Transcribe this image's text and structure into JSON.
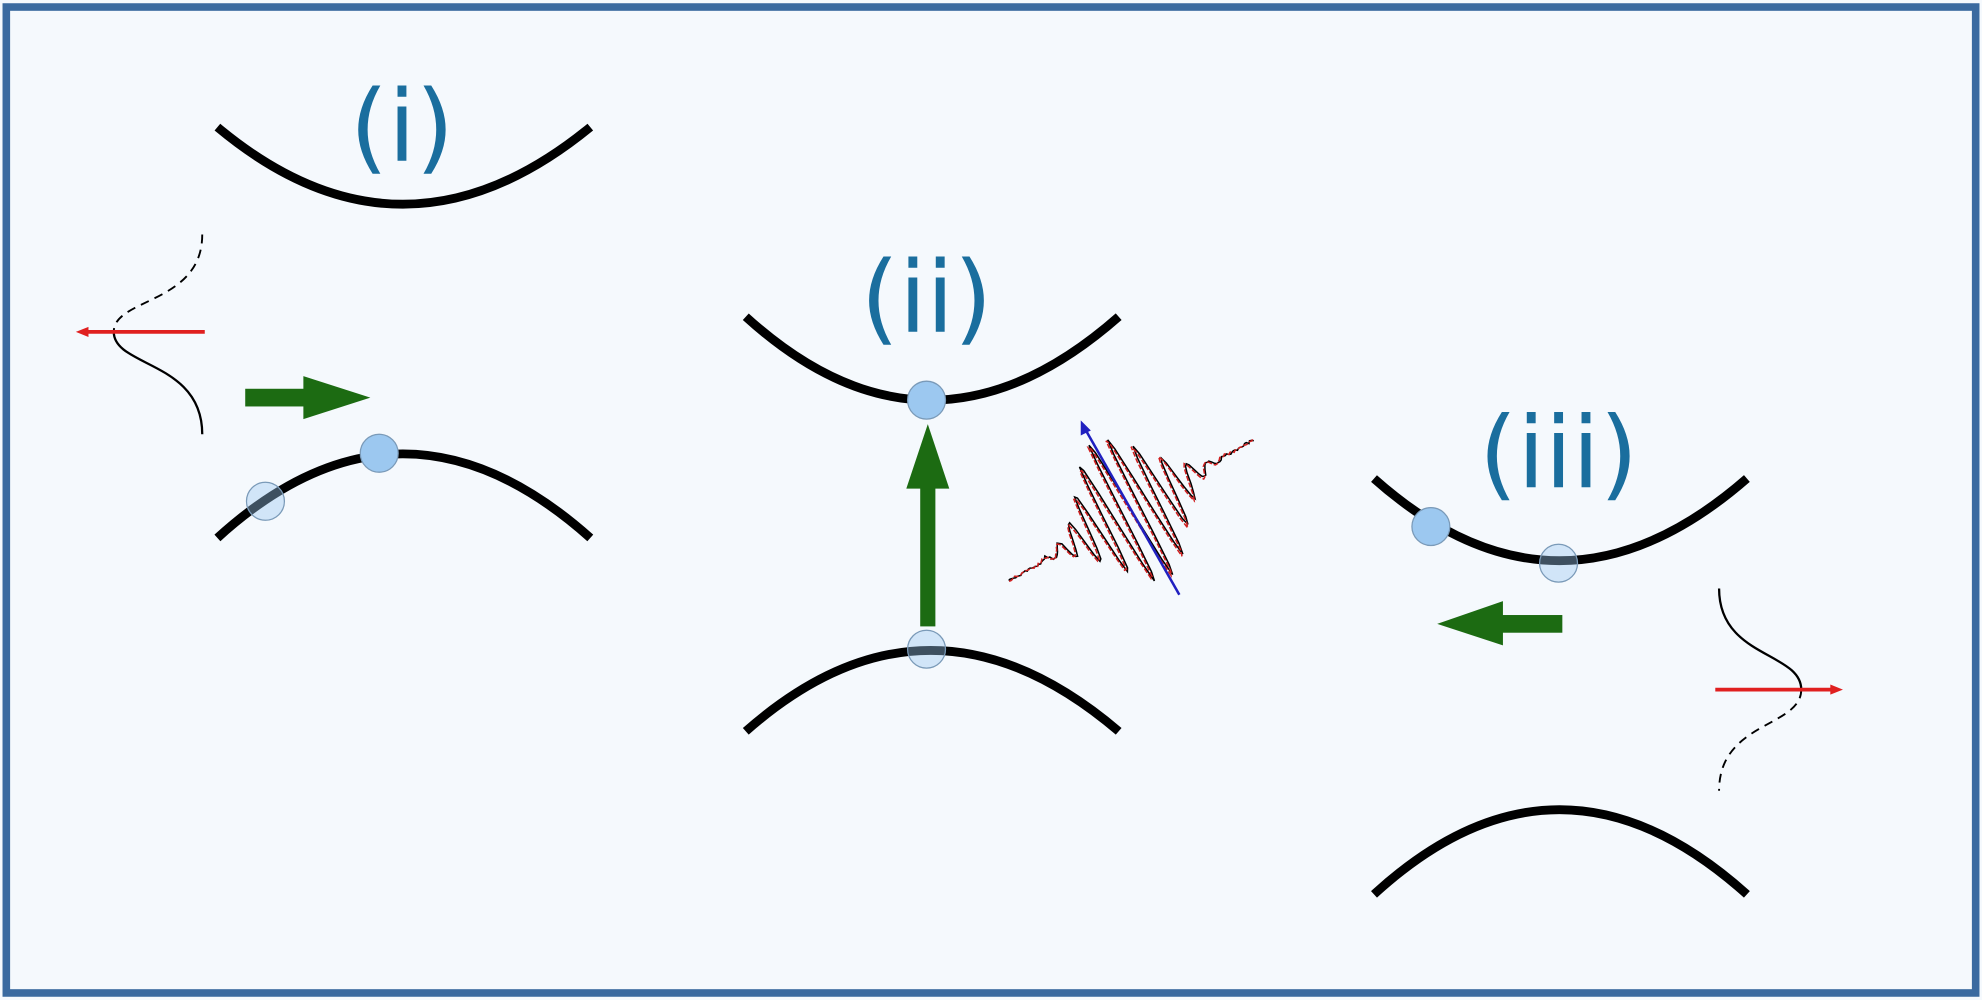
{
  "panels": [
    {
      "label": "(i)"
    },
    {
      "label": "(ii)"
    },
    {
      "label": "(iii)"
    }
  ],
  "colors": {
    "border": "#3a6aa0",
    "background": "#f5f9fd",
    "label": "#1a6e9e",
    "arrow_green": "#1c6b12",
    "arrow_red": "#e02020",
    "electron": "#9cc8f0",
    "field_blue": "#2020c0"
  }
}
